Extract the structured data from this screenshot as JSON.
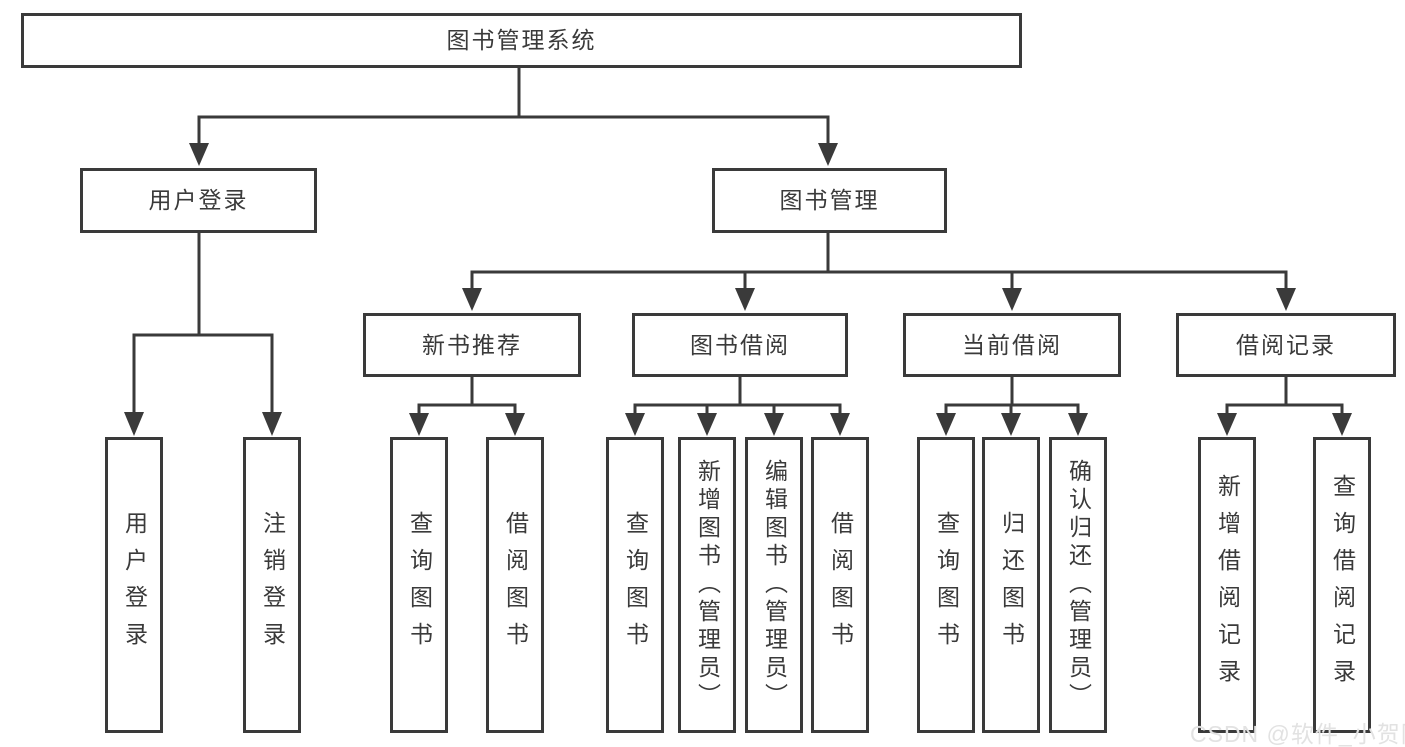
{
  "diagram": {
    "root": {
      "label": "图书管理系统"
    },
    "level2": [
      {
        "label": "用户登录"
      },
      {
        "label": "图书管理"
      }
    ],
    "level3": [
      {
        "label": "新书推荐"
      },
      {
        "label": "图书借阅"
      },
      {
        "label": "当前借阅"
      },
      {
        "label": "借阅记录"
      }
    ],
    "leaves": {
      "login": [
        "用户登录",
        "注销登录"
      ],
      "recommend": [
        "查询图书",
        "借阅图书"
      ],
      "borrow": [
        "查询图书",
        "新增图书（管理员）",
        "编辑图书（管理员）",
        "借阅图书"
      ],
      "current": [
        "查询图书",
        "归还图书",
        "确认归还（管理员）"
      ],
      "records": [
        "新增借阅记录",
        "查询借阅记录"
      ]
    }
  },
  "watermark": {
    "text": "CSDN @软件_小贺同学"
  },
  "colors": {
    "line": "#3a3a3a",
    "box_border": "#3a3a3a",
    "box_fill": "#ffffff",
    "text": "#3a3a3a",
    "watermark": "#e2e2e2"
  }
}
